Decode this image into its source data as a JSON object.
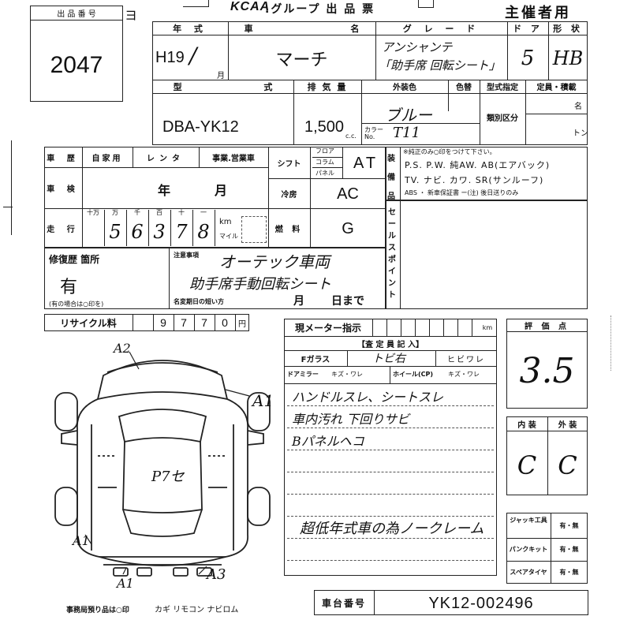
{
  "header": {
    "lot_label": "出 品 番 号",
    "lot_number": "2047",
    "brand": "KCAA",
    "sheet_title": ".グループ 出 品 票",
    "organizer": "主催者用"
  },
  "vehicle": {
    "year_label": "年 式",
    "year_value": "H19",
    "month_suffix": "月",
    "name_label": "車 名",
    "name_value": "マーチ",
    "grade_label": "グ レ ー ド",
    "grade_line1": "アンシャンテ",
    "grade_line2": "「助手席 回転シート」",
    "doors_label": "ド ア",
    "doors_value": "5",
    "body_label": "形 状",
    "body_value": "HB",
    "model_label": "型 式",
    "model_value": "DBA-YK12",
    "displacement_label": "排 気 量",
    "displacement_value": "1,500",
    "displacement_unit": "c.c.",
    "exterior_color_label": "外装色",
    "exterior_color_value": "ブルー",
    "color_change_label": "色替",
    "color_no_label": "カラーNo.",
    "color_no_value": "T11",
    "type_approval_label": "型式指定",
    "class_label": "類別区分",
    "capacity_label": "定員・積載",
    "capacity_unit_people": "名",
    "capacity_unit_ton": "トン"
  },
  "history": {
    "history_label": "車 歴",
    "private_label": "自家用",
    "rental_label": "レンタ",
    "business_label": "事業.営業車",
    "inspection_label": "車 検",
    "inspection_year": "年",
    "inspection_month": "月",
    "mileage_label": "走 行",
    "mileage_digit_labels": [
      "十万",
      "万",
      "千",
      "百",
      "十",
      "一"
    ],
    "mileage_digits": [
      "",
      "5",
      "6",
      "3",
      "7",
      "8"
    ],
    "mileage_unit_km": "km",
    "mileage_unit_mile": "マイル",
    "shift_label": "シフト",
    "shift_options": [
      "フロア",
      "コラム",
      "パネル"
    ],
    "shift_value": "AT",
    "ac_label": "冷房",
    "ac_value": "AC",
    "fuel_label": "燃 料",
    "fuel_value": "G"
  },
  "equipment": {
    "side_label": "装備品",
    "note": "※純正のみ○印をつけて下さい。",
    "line1": "P.S. P.W. 純AW. AB(エアバック)",
    "line2": "TV. ナビ. カワ. SR(サンルーフ)",
    "line3": "ABS ・ 新車保証書 ー(注) 後日送りのみ"
  },
  "sales_point_label": "セールスポイント",
  "repair": {
    "label": "修復歴 箇所",
    "value": "有",
    "note": "(有の場合は○印を)"
  },
  "caution": {
    "label": "注意事項",
    "line1": "オーテック車両",
    "line2": "助手席手動回転シート",
    "expiry_label": "名変期日の短い方",
    "expiry_month": "月",
    "expiry_day": "日まで"
  },
  "recycle": {
    "label": "リサイクル料",
    "digits": [
      "",
      "9",
      "7",
      "7",
      "0"
    ],
    "unit": "円"
  },
  "meter": {
    "label": "現メーター指示",
    "unit": "km"
  },
  "inspector": {
    "title": "【査 定 員 記 入】",
    "glass_label": "Fガラス",
    "glass_note": "トビ右",
    "crack_label": "ヒビワレ",
    "mirror_label": "ドアミラー",
    "mirror_opts": "キズ・ワレ",
    "wheel_label": "ホイール(CP)",
    "wheel_opts": "キズ・ワレ",
    "notes": [
      "ハンドルスレ、シートスレ",
      "車内汚れ 下回りサビ",
      "Bパネルヘコ",
      "",
      "",
      "",
      "超低年式車の為ノークレーム",
      ""
    ]
  },
  "evaluation": {
    "label": "評 価 点",
    "score": "3.5",
    "interior_label": "内 装",
    "exterior_label": "外 装",
    "interior_grade": "C",
    "exterior_grade": "C"
  },
  "tools": {
    "jack_label": "ジャッキ工具",
    "repair_kit_label": "パンクキット",
    "spare_label": "スペアタイヤ",
    "option": "有・無"
  },
  "diagram": {
    "marks": [
      "A2",
      "A1",
      "A1",
      "A1",
      "A3"
    ],
    "center_note": "P7セ"
  },
  "footer": {
    "office_note": "事務局預り品は○印",
    "items": "カギ リモコン ナビロム",
    "chassis_label": "車台番号",
    "chassis_value": "YK12-002496"
  }
}
